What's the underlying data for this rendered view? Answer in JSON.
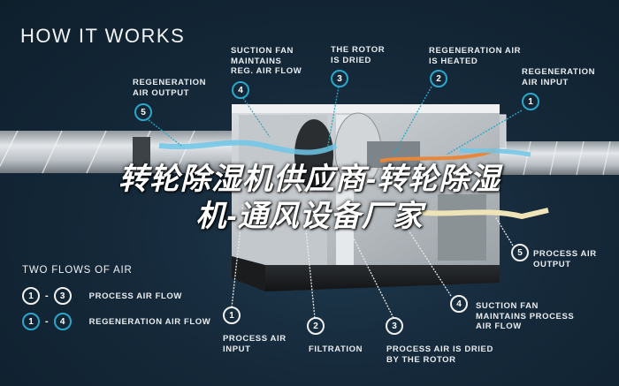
{
  "title": "HOW IT WORKS",
  "watermark": {
    "line1": "转轮除湿机供应商-转轮除湿",
    "line2": "机-通风设备厂家"
  },
  "colors": {
    "background": "#15293a",
    "regeneration_accent": "#2aa7c9",
    "process_accent": "#f0f0f0",
    "heated_air": "#e8873a",
    "airflow_blue": "#6fc7e8"
  },
  "top_callouts": [
    {
      "num": "5",
      "label": "REGENERATION\nAIR OUTPUT"
    },
    {
      "num": "4",
      "label": "SUCTION FAN\nMAINTAINS\nREG. AIR FLOW"
    },
    {
      "num": "3",
      "label": "THE ROTOR\nIS DRIED"
    },
    {
      "num": "2",
      "label": "REGENERATION AIR\nIS HEATED"
    },
    {
      "num": "1",
      "label": "REGENERATION\nAIR INPUT"
    }
  ],
  "bottom_callouts": [
    {
      "num": "1",
      "label": "PROCESS AIR\nINPUT"
    },
    {
      "num": "2",
      "label": "FILTRATION"
    },
    {
      "num": "3",
      "label": "PROCESS AIR IS DRIED\nBY THE ROTOR"
    },
    {
      "num": "4",
      "label": "SUCTION FAN\nMAINTAINS PROCESS\nAIR FLOW"
    },
    {
      "num": "5",
      "label": "PROCESS AIR\nOUTPUT"
    }
  ],
  "legend": {
    "title": "TWO FLOWS OF AIR",
    "rows": [
      {
        "from": "1",
        "dash": "-",
        "to": "3",
        "label": "PROCESS AIR FLOW"
      },
      {
        "from": "1",
        "dash": "-",
        "to": "4",
        "label": "REGENERATION AIR FLOW"
      }
    ]
  }
}
